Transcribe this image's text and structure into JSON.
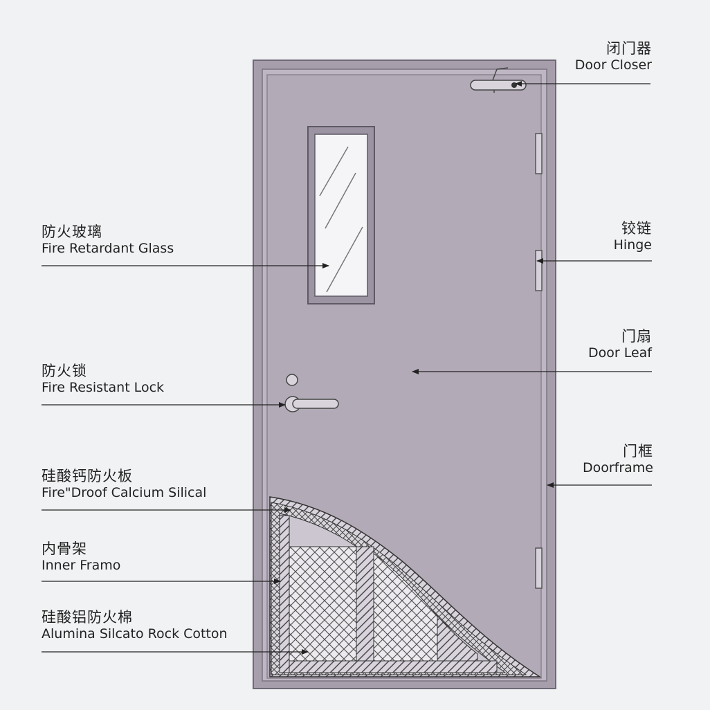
{
  "colors": {
    "background": "#f1f2f4",
    "door_leaf": "#b2aab7",
    "frame": "#a69eab",
    "frame_outline": "#6f6875",
    "glass": "#f5f5f8",
    "line": "#333333",
    "cutaway_fill": "#c9c3cc",
    "hatch": "#555555"
  },
  "labels": {
    "door_closer": {
      "cn": "闭门器",
      "en": "Door Closer"
    },
    "hinge": {
      "cn": "铰链",
      "en": "Hinge"
    },
    "door_leaf": {
      "cn": "门扇",
      "en": "Door Leaf"
    },
    "doorframe": {
      "cn": "门框",
      "en": "Doorframe"
    },
    "fire_glass": {
      "cn": "防火玻璃",
      "en": "Fire Retardant Glass"
    },
    "fire_lock": {
      "cn": "防火锁",
      "en": "Fire Resistant Lock"
    },
    "calcium_board": {
      "cn": "硅酸钙防火板",
      "en": "Fire\"Droof Calcium Silical"
    },
    "inner_frame": {
      "cn": "内骨架",
      "en": "Inner Framo"
    },
    "rock_cotton": {
      "cn": "硅酸铝防火棉",
      "en": "Alumina Silcato Rock Cotton"
    }
  }
}
